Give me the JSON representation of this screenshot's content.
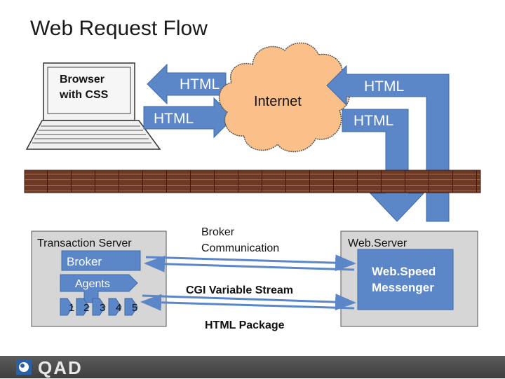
{
  "title": "Web Request Flow",
  "browser": {
    "label_line1": "Browser",
    "label_line2": "with CSS"
  },
  "arrows": {
    "left_top": "HTML",
    "left_bottom": "HTML",
    "right_top": "HTML",
    "right_bottom": "HTML"
  },
  "internet": {
    "label": "Internet"
  },
  "transaction_server": {
    "title": "Transaction Server",
    "broker": "Broker",
    "agents": "Agents",
    "agent_numbers": [
      "1",
      "2",
      "3",
      "4",
      "5"
    ]
  },
  "middle_labels": {
    "broker_line1": "Broker",
    "broker_line2": "Communication",
    "cgi": "CGI Variable Stream",
    "html_package": "HTML Package"
  },
  "webserver": {
    "title": "Web.Server",
    "messenger_line1": "Web.Speed",
    "messenger_line2": "Messenger"
  },
  "footer": {
    "logo_text": "QAD"
  },
  "colors": {
    "arrow_blue": "#5b87c9",
    "cloud": "#fbc08a",
    "box_gray": "#d6d6d6",
    "rail_brown": "#7a4630"
  }
}
